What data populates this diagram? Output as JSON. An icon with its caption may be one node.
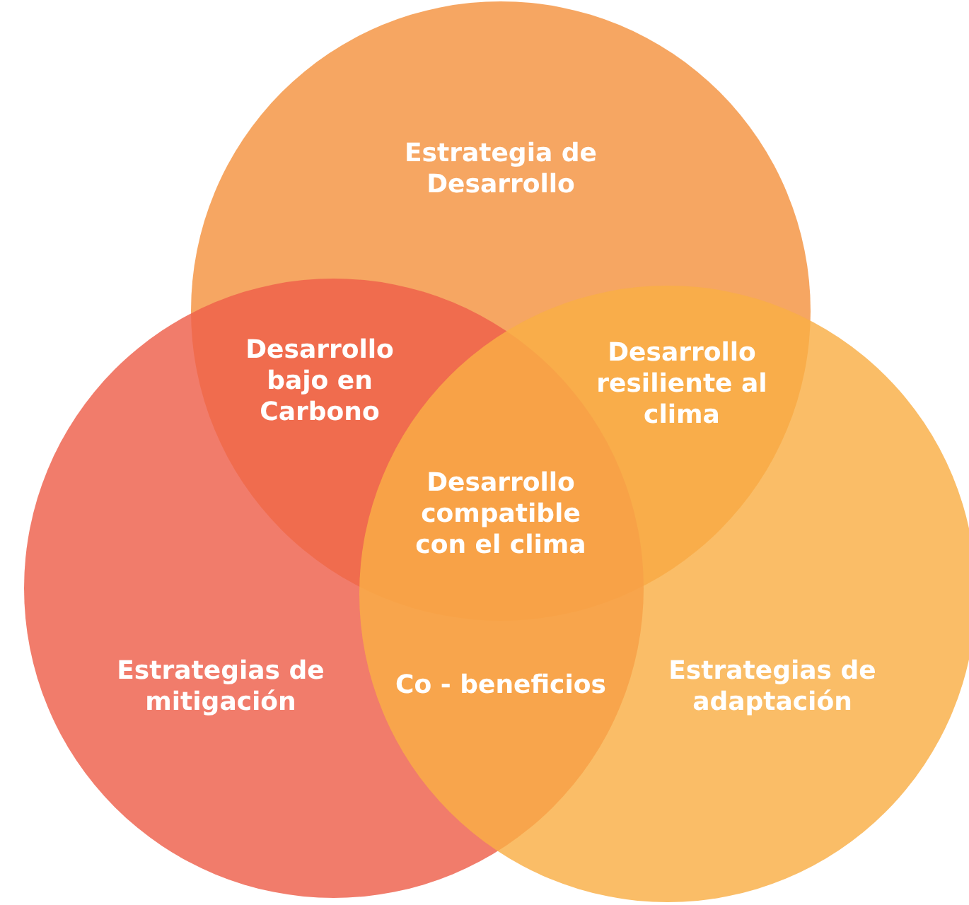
{
  "diagram": {
    "nodes": [
      {
        "text": [
          "Estrategia de Desarrollo"
        ]
      },
      {
        "text": [
          "Estrategias de mitigación"
        ]
      },
      {
        "text": [
          "Estrategias de adaptación"
        ]
      }
    ],
    "labels": [
      "Desarrollo bajo en Carbono",
      "Desarrollo resiliente al clima",
      "Desarrollo compatible con el clima",
      "Co - beneficios"
    ]
  }
}
